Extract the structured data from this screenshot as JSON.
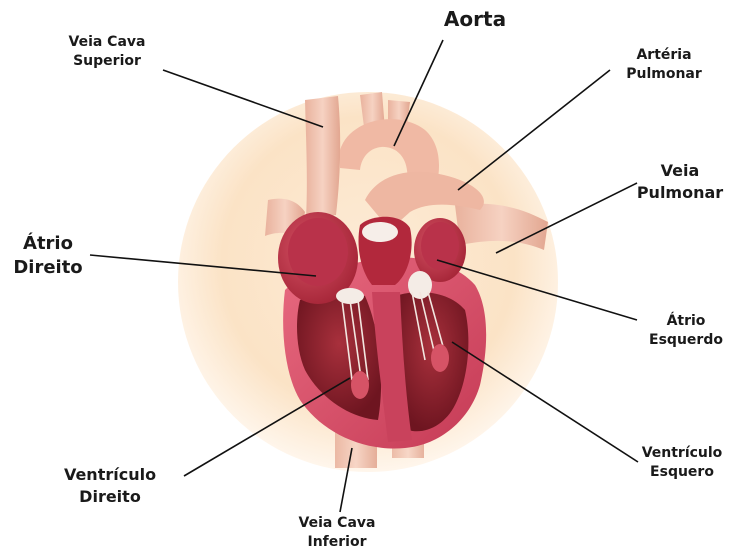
{
  "labels": {
    "svc_line1": "Veia Cava",
    "svc_line2": "Superior",
    "aorta": "Aorta",
    "pa_line1": "Artéria",
    "pa_line2": "Pulmonar",
    "pv_line1": "Veia",
    "pv_line2": "Pulmonar",
    "ra_line1": "Átrio",
    "ra_line2": "Direito",
    "la_line1": "Átrio",
    "la_line2": "Esquerdo",
    "rv_line1": "Ventrículo",
    "rv_line2": "Direito",
    "lv_line1": "Ventrículo",
    "lv_line2": "Esquero",
    "ivc_line1": "Veia Cava",
    "ivc_line2": "Inferior"
  },
  "colors": {
    "label_text": "#1a1a1a",
    "leader_line": "#111111",
    "backdrop": "#fbe6cc",
    "vessel": "#f2c4b0",
    "muscle": "#d9506a",
    "chamber_dark": "#8e1f2c",
    "atrium": "#c23a4c",
    "valve": "#f4ece6"
  }
}
